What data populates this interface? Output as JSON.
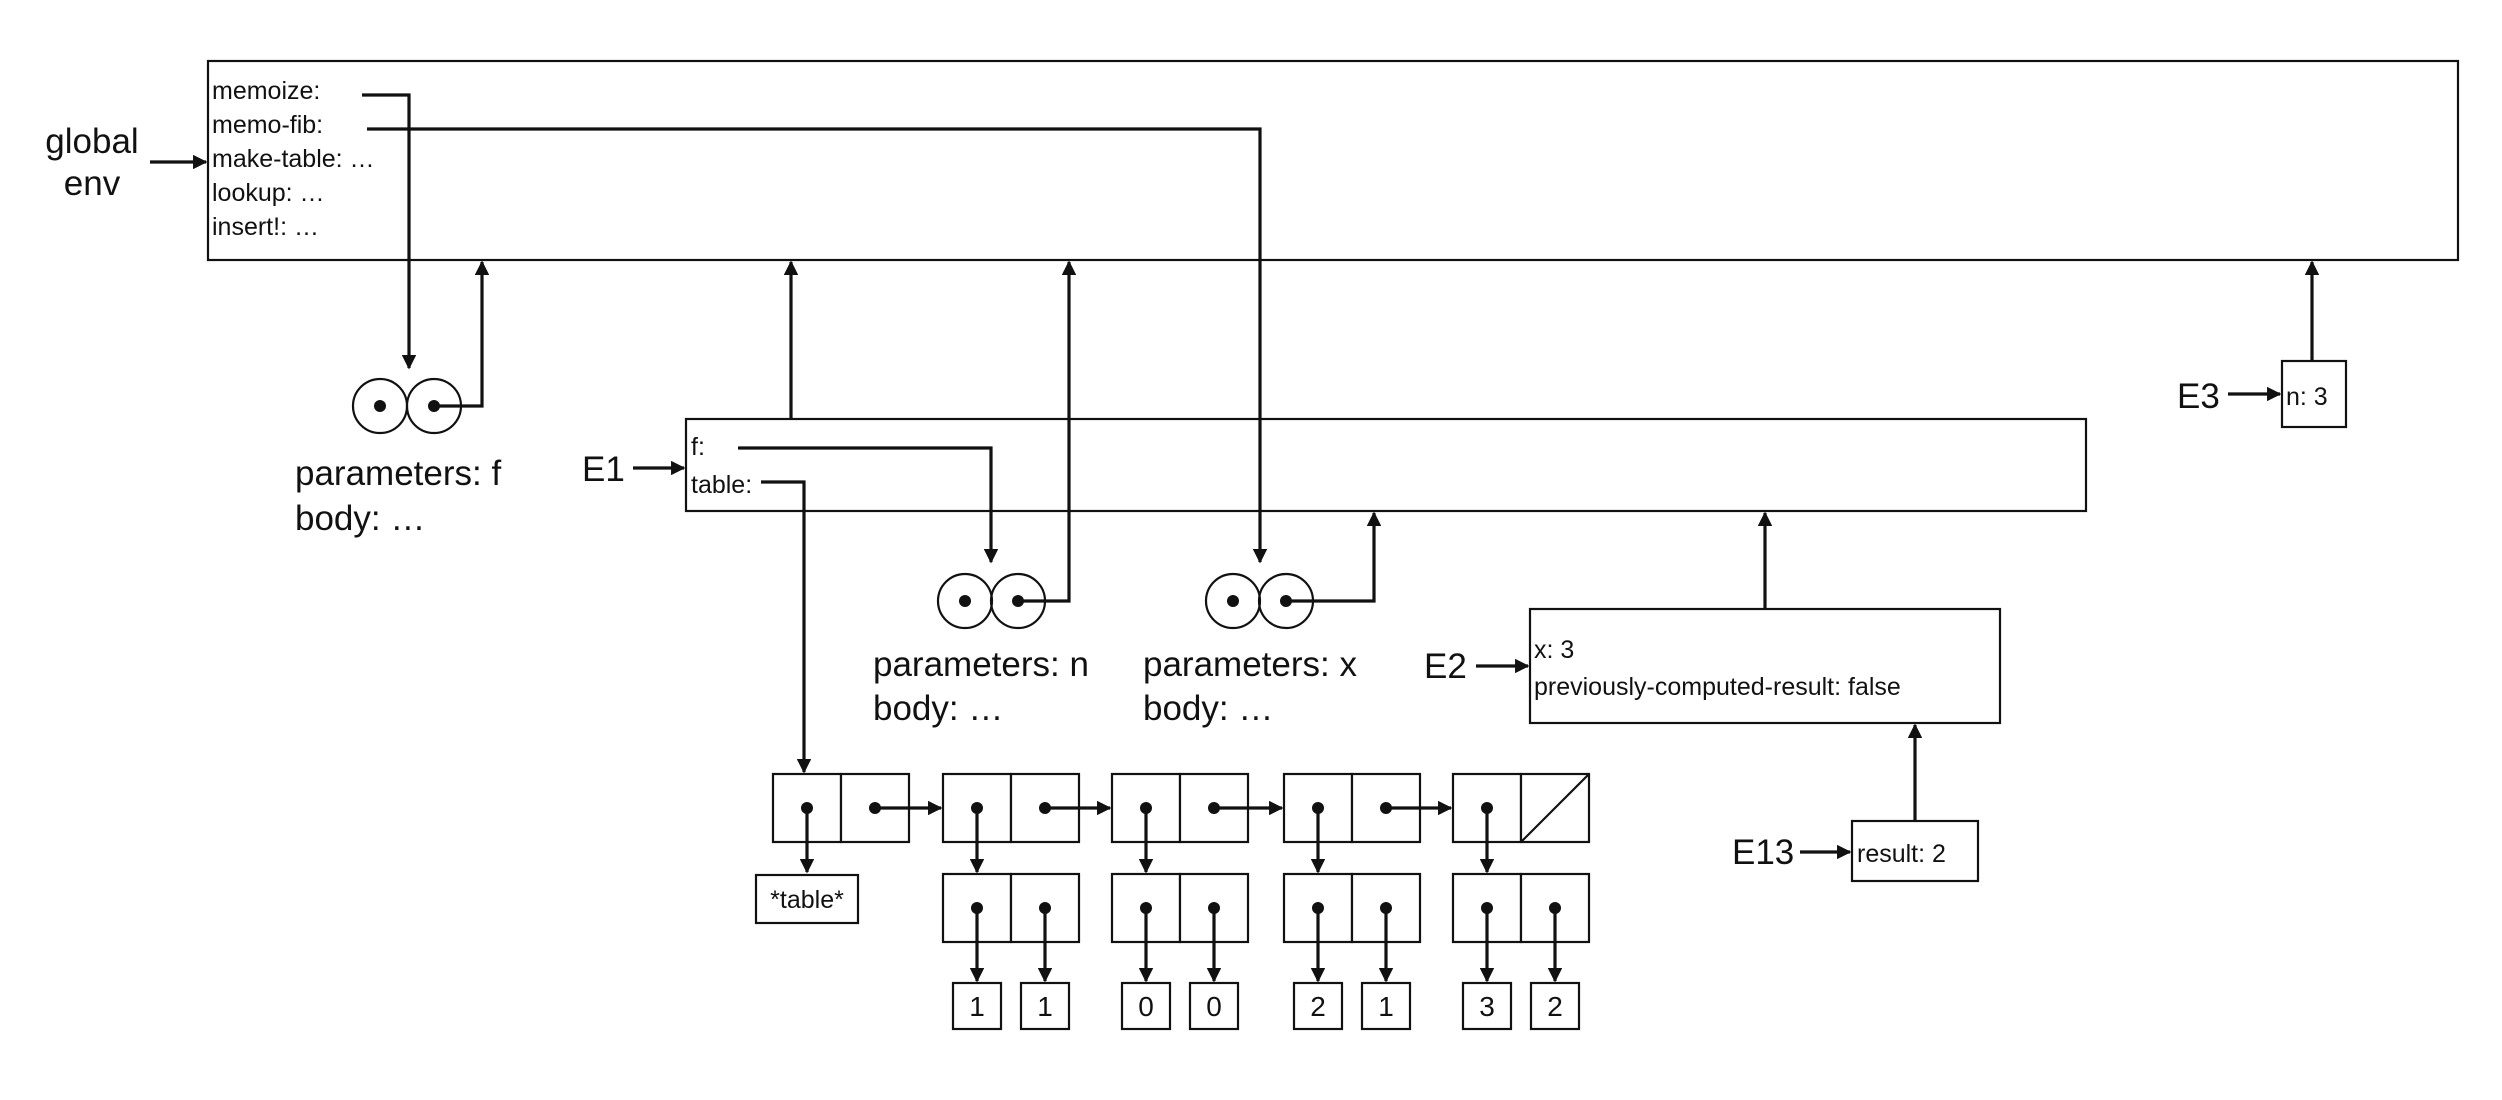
{
  "global_env": {
    "label_line1": "global",
    "label_line2": "env",
    "bindings": [
      "memoize:",
      "memo-fib:",
      "make-table: …",
      "lookup: …",
      "insert!: …"
    ]
  },
  "procedures": [
    {
      "params": "parameters: f",
      "body": "body: …"
    },
    {
      "params": "parameters: n",
      "body": "body: …"
    },
    {
      "params": "parameters: x",
      "body": "body: …"
    }
  ],
  "e1": {
    "label": "E1",
    "bindings": [
      "f:",
      "table:"
    ]
  },
  "e2": {
    "label": "E2",
    "bindings": [
      "x: 3",
      "previously-computed-result: false"
    ]
  },
  "e3": {
    "label": "E3",
    "bindings": [
      "n: 3"
    ]
  },
  "e13": {
    "label": "E13",
    "bindings": [
      "result: 2"
    ]
  },
  "table_symbol": "*table*",
  "table_entries": [
    {
      "key": "1",
      "value": "1"
    },
    {
      "key": "0",
      "value": "0"
    },
    {
      "key": "2",
      "value": "1"
    },
    {
      "key": "3",
      "value": "2"
    }
  ]
}
